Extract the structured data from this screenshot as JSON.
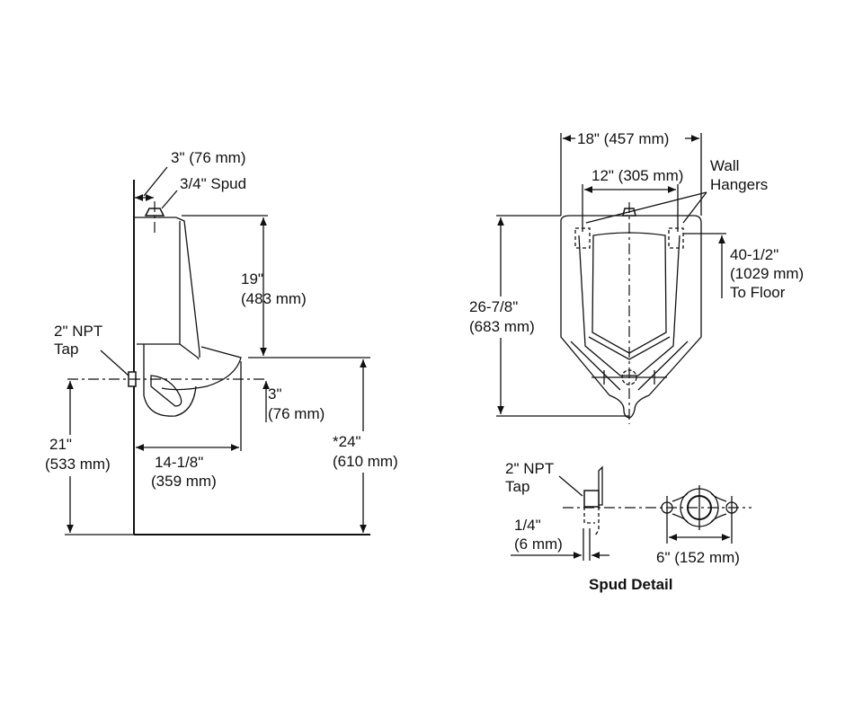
{
  "side_view": {
    "spud_offset": "3\" (76 mm)",
    "spud_size": "3/4\" Spud",
    "height_to_lip_in": "19\"",
    "height_to_lip_mm": "(483 mm)",
    "tap_line1": "2\" NPT",
    "tap_line2": "Tap",
    "lip_drop_in": "3\"",
    "lip_drop_mm": "(76 mm)",
    "tap_height_in": "21\"",
    "tap_height_mm": "(533 mm)",
    "projection_in": "14-1/8\"",
    "projection_mm": "(359 mm)",
    "rim_height_in": "*24\"",
    "rim_height_mm": "(610 mm)"
  },
  "front_view": {
    "overall_width": "18\" (457 mm)",
    "hanger_spacing": "12\" (305 mm)",
    "wall_hangers_line1": "Wall",
    "wall_hangers_line2": "Hangers",
    "height_in": "26-7/8\"",
    "height_mm": "(683 mm)",
    "hanger_height_line1": "40-1/2\"",
    "hanger_height_line2": "(1029 mm)",
    "hanger_height_line3": "To Floor"
  },
  "spud_detail": {
    "title": "Spud Detail",
    "tap_line1": "2\" NPT",
    "tap_line2": "Tap",
    "gap_in": "1/4\"",
    "gap_mm": "(6 mm)",
    "flange_width": "6\" (152 mm)"
  }
}
